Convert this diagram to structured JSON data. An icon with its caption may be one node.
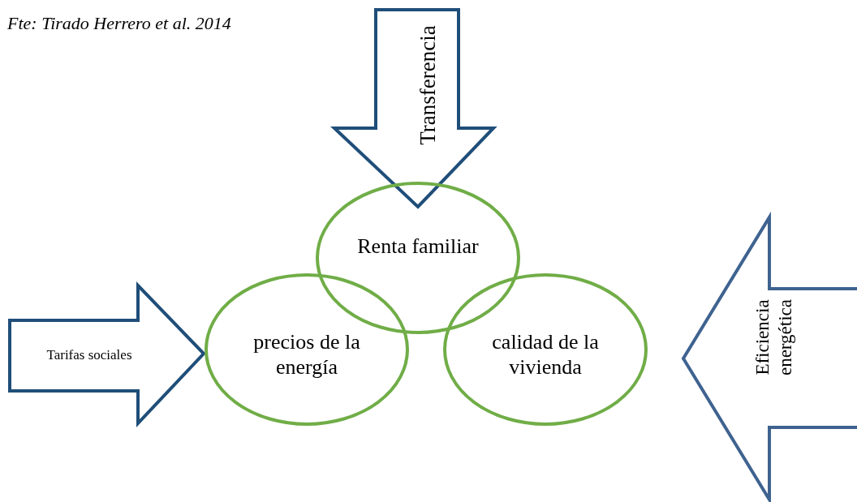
{
  "diagram": {
    "caption": "Fte: Tirado Herrero et al. 2014",
    "nodes": [
      {
        "text": [
          "Transferencia"
        ]
      },
      {
        "text": [
          "Renta familiar"
        ]
      },
      {
        "text": [
          "Tarifas sociales"
        ]
      },
      {
        "text": [
          "precios de la energía"
        ]
      },
      {
        "text": [
          "calidad de la vivienda"
        ]
      },
      {
        "text": [
          "Eficiencia energética"
        ]
      }
    ]
  }
}
